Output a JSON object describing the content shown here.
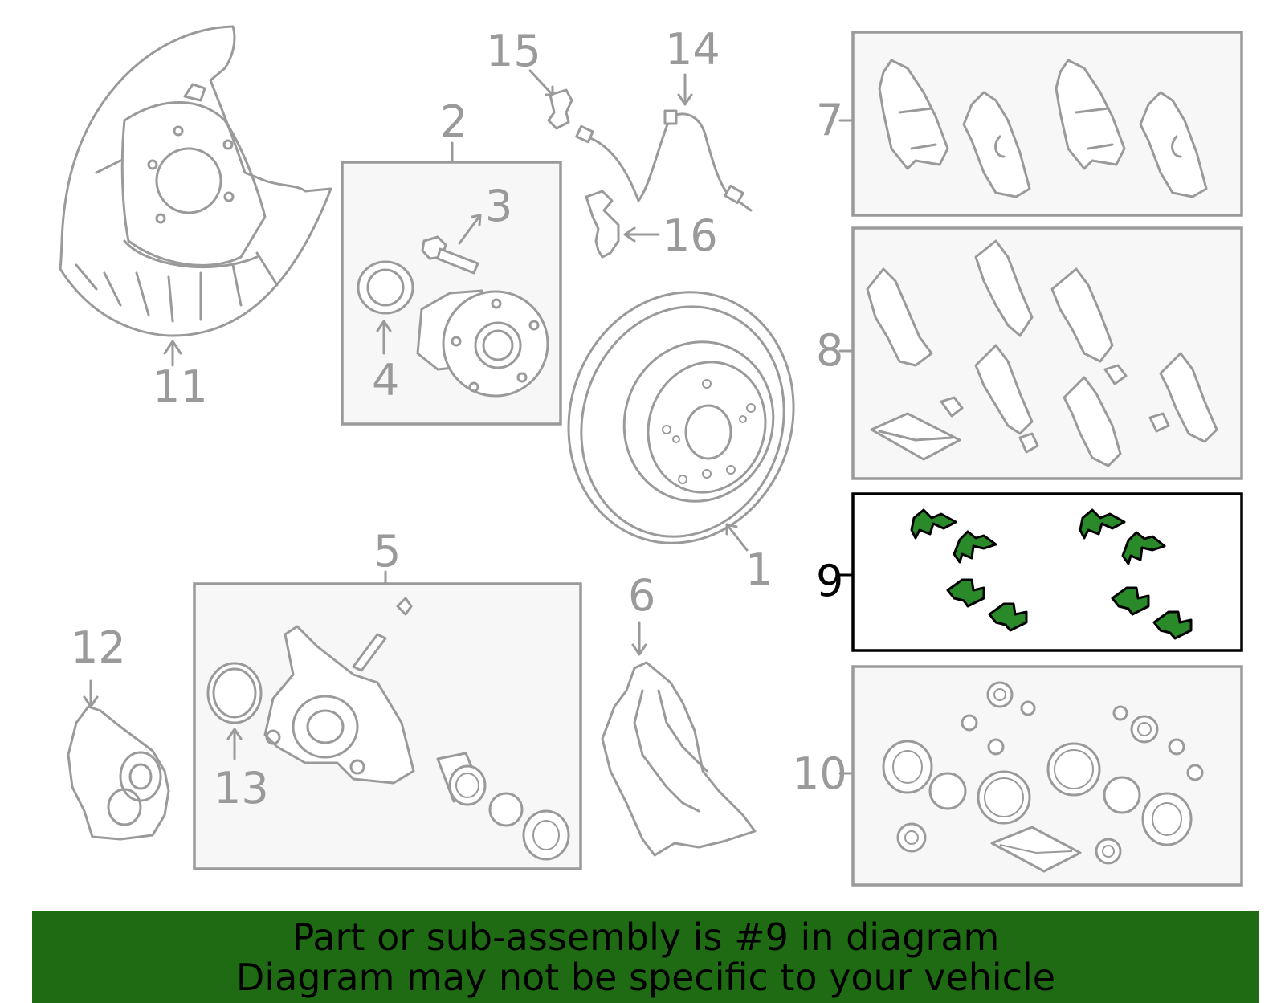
{
  "callouts": {
    "c1": "1",
    "c2": "2",
    "c3": "3",
    "c4": "4",
    "c5": "5",
    "c6": "6",
    "c7": "7",
    "c8": "8",
    "c9": "9",
    "c10": "10",
    "c11": "11",
    "c12": "12",
    "c13": "13",
    "c14": "14",
    "c15": "15",
    "c16": "16"
  },
  "highlighted_part": "9",
  "colors": {
    "line": "#9a9a9a",
    "box_fill": "#f7f7f7",
    "highlight": "#2a8a2a",
    "banner": "#1f6b13",
    "text": "#000000"
  },
  "banner": {
    "line1": "Part or sub-assembly is #9 in diagram",
    "line2": "Diagram may not be specific to your vehicle"
  }
}
